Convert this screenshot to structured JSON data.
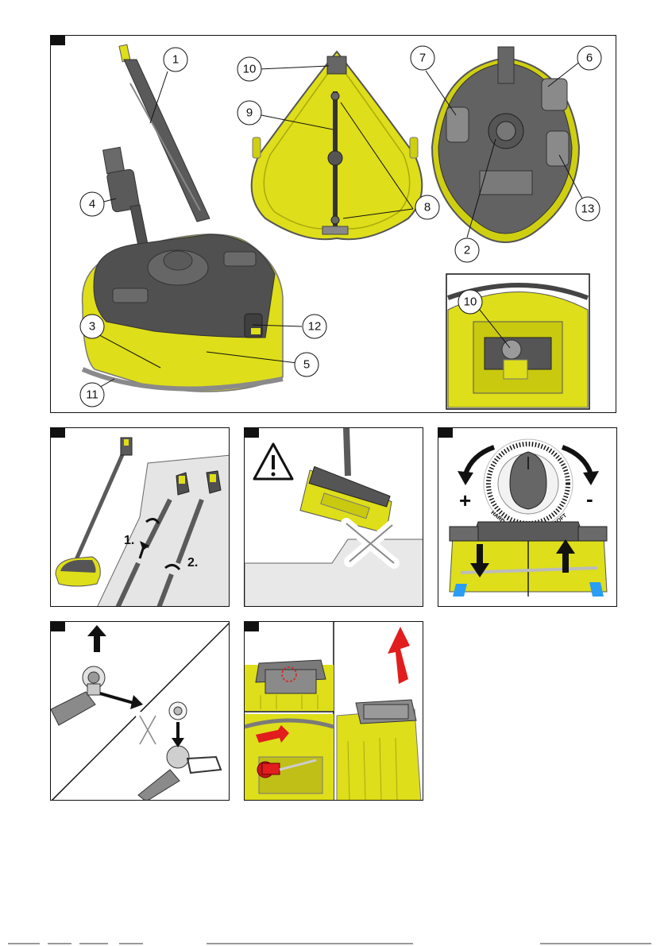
{
  "colors": {
    "yellow": "#dede1a",
    "yellow_dark": "#a9a90f",
    "grey_dark": "#4d4d4d",
    "grey_mid": "#7a7a7a",
    "grey_light": "#bdbdbd",
    "blue": "#2a9df4",
    "red": "#e11d1d"
  },
  "figure1": {
    "callouts": [
      "1",
      "2",
      "3",
      "4",
      "5",
      "6",
      "7",
      "8",
      "8",
      "9",
      "10",
      "10",
      "11",
      "12",
      "13"
    ]
  },
  "figure2": {
    "step1": "1.",
    "step2": "2."
  },
  "figure4": {
    "plus": "+",
    "minus": "-",
    "hard": "HARD",
    "soft": "SOFT"
  },
  "icons": [
    "warning-icon",
    "cross-icon",
    "arrow-up-icon",
    "arrow-down-icon",
    "rotate-arrow-icon"
  ]
}
